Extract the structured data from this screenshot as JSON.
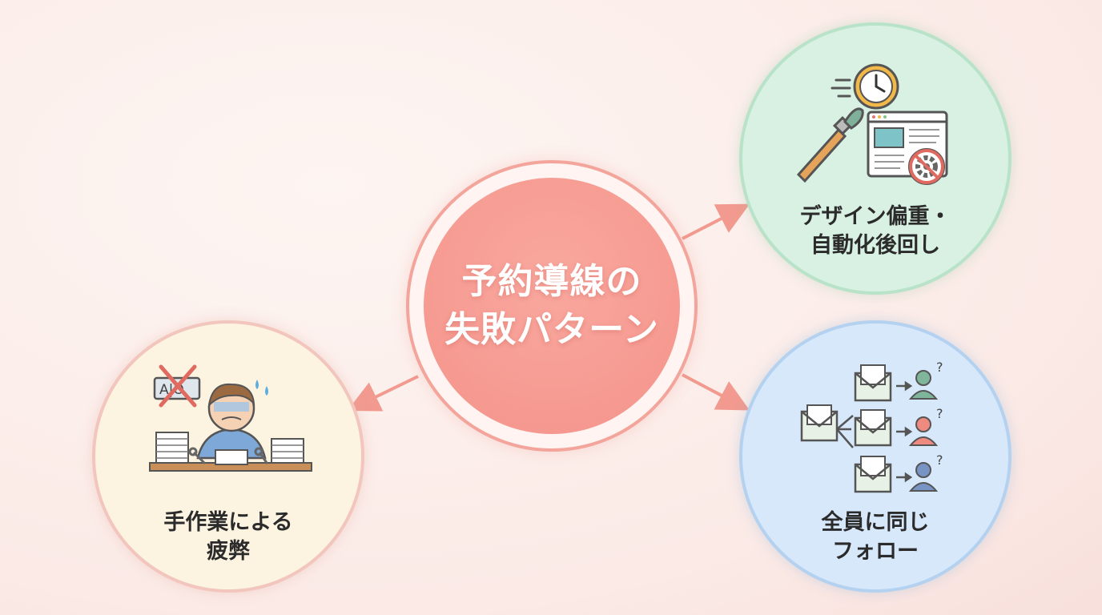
{
  "center": {
    "line1": "予約導線の",
    "line2": "失敗パターン"
  },
  "nodes": {
    "design": {
      "line1": "デザイン偏重・",
      "line2": "自動化後回し"
    },
    "followup": {
      "line1": "全員に同じ",
      "line2": "フォロー"
    },
    "manual": {
      "line1": "手作業による",
      "line2": "疲弊"
    }
  },
  "icons": {
    "design": [
      "clock-icon",
      "paintbrush-icon",
      "browser-window-icon",
      "no-gear-icon"
    ],
    "followup": [
      "envelope-icon",
      "person-icon",
      "question-mark-icon",
      "arrow-icon"
    ],
    "manual": [
      "stressed-person-icon",
      "paper-stack-icon",
      "wrench-icon",
      "crossed-out-ab-icon"
    ]
  },
  "glyphs": {
    "question": "?",
    "ab_box": "A|O"
  },
  "colors": {
    "center_fill": "#f4938a",
    "arrow": "#f29a8f",
    "green_node": "#d8f1e3",
    "blue_node": "#d7e8fb",
    "yellow_node": "#fcf3e1"
  }
}
